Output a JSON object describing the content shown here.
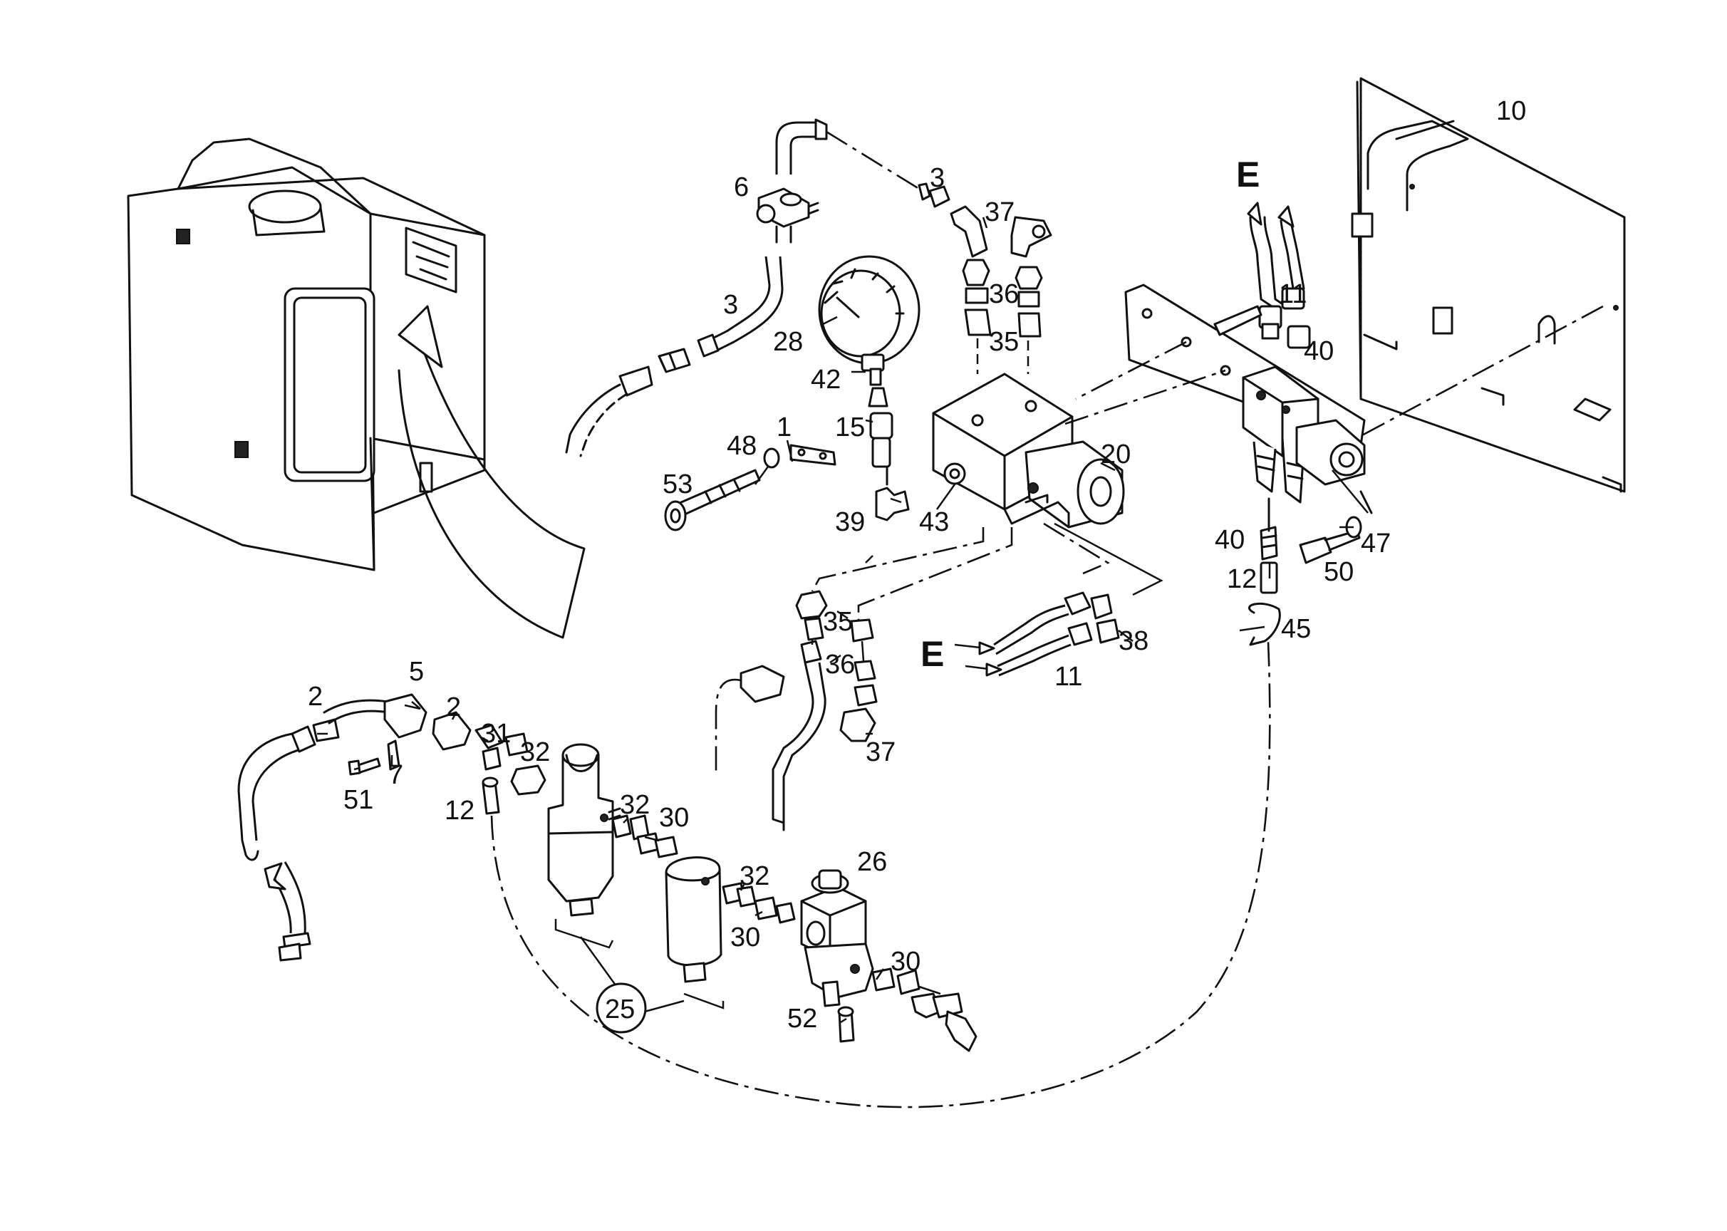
{
  "labels": {
    "p1": "1",
    "p2a": "2",
    "p2b": "2",
    "p3a": "3",
    "p3b": "3",
    "p5": "5",
    "p6": "6",
    "p7": "7",
    "p10": "10",
    "p11a": "11",
    "p11b": "11",
    "p12a": "12",
    "p12b": "12",
    "p15": "15",
    "p20": "20",
    "p25": "25",
    "p26": "26",
    "p28": "28",
    "p30a": "30",
    "p30b": "30",
    "p30c": "30",
    "p31": "31",
    "p32a": "32",
    "p32b": "32",
    "p32c": "32",
    "p35a": "35",
    "p35b": "35",
    "p36a": "36",
    "p36b": "36",
    "p37a": "37",
    "p37b": "37",
    "p38": "38",
    "p39": "39",
    "p40a": "40",
    "p40b": "40",
    "p42": "42",
    "p43": "43",
    "p45": "45",
    "p47": "47",
    "p48": "48",
    "p50": "50",
    "p51": "51",
    "p52": "52",
    "p53": "53",
    "eTop": "E",
    "eLeft": "E"
  }
}
